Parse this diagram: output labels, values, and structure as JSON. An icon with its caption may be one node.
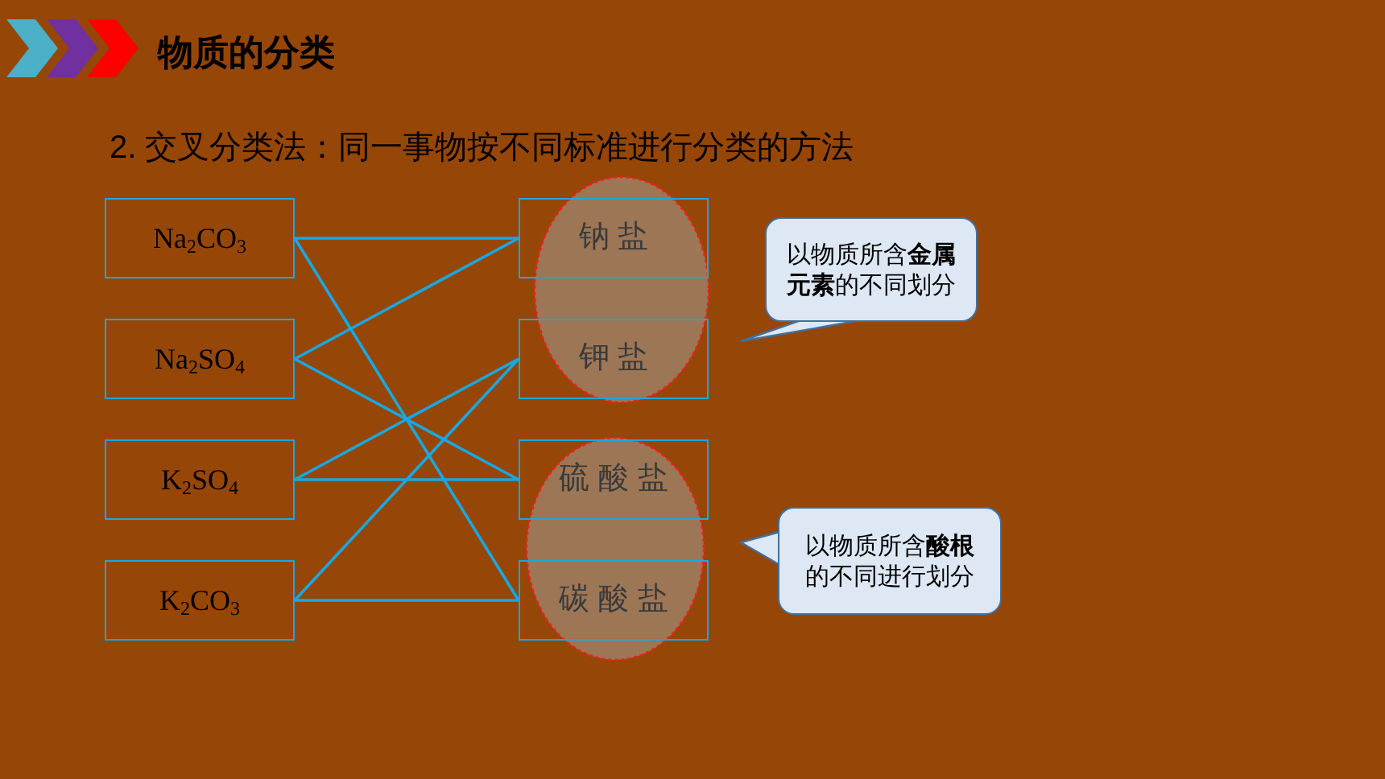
{
  "diagram": {
    "title": "物质的分类",
    "nodes": [
      {
        "text": [
          "Na$_{2}$CO$_{3}$"
        ]
      },
      {
        "text": [
          "Na$_{2}$SO$_{4}$"
        ]
      },
      {
        "text": [
          "K$_{2}$SO$_{4}$"
        ]
      },
      {
        "text": [
          "K$_{2}$CO$_{3}$"
        ]
      },
      {
        "text": [
          "钠 盐"
        ]
      },
      {
        "text": [
          "钾 盐"
        ]
      },
      {
        "text": [
          "硫 酸 盐"
        ]
      },
      {
        "text": [
          "碳 酸 盐"
        ]
      },
      {
        "text": [
          "以物质所含**金属元素**的不同划分"
        ]
      },
      {
        "text": [
          "以物质所含**酸根**的不同进行划分"
        ]
      }
    ],
    "edges": [
      {
        "from": 0,
        "to": 4,
        "arrow": "none"
      },
      {
        "from": 0,
        "to": 7,
        "arrow": "none"
      },
      {
        "from": 1,
        "to": 4,
        "arrow": "none"
      },
      {
        "from": 1,
        "to": 6,
        "arrow": "none"
      },
      {
        "from": 2,
        "to": 5,
        "arrow": "none"
      },
      {
        "from": 2,
        "to": 6,
        "arrow": "none"
      },
      {
        "from": 3,
        "to": 5,
        "arrow": "none"
      },
      {
        "from": 3,
        "to": 7,
        "arrow": "none"
      }
    ],
    "labels": [
      "2. 交叉分类法：同一事物按不同标准进行分类的方法"
    ]
  }
}
